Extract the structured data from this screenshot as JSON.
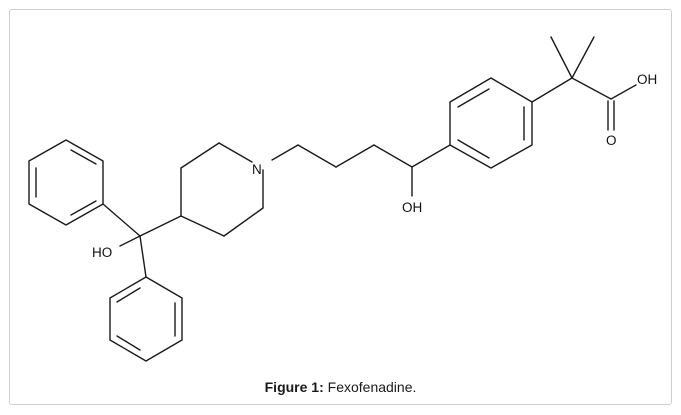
{
  "figure": {
    "caption_label": "Figure 1:",
    "caption_text": " Fexofenadine."
  },
  "atoms": {
    "nitrogen": "N",
    "carboxyl_oh": "OH",
    "carbonyl_o": "O",
    "chain_oh": "OH",
    "diphenyl_ho": "HO"
  },
  "colors": {
    "bond": "#1a1a1a",
    "border": "#cfcfcf"
  }
}
